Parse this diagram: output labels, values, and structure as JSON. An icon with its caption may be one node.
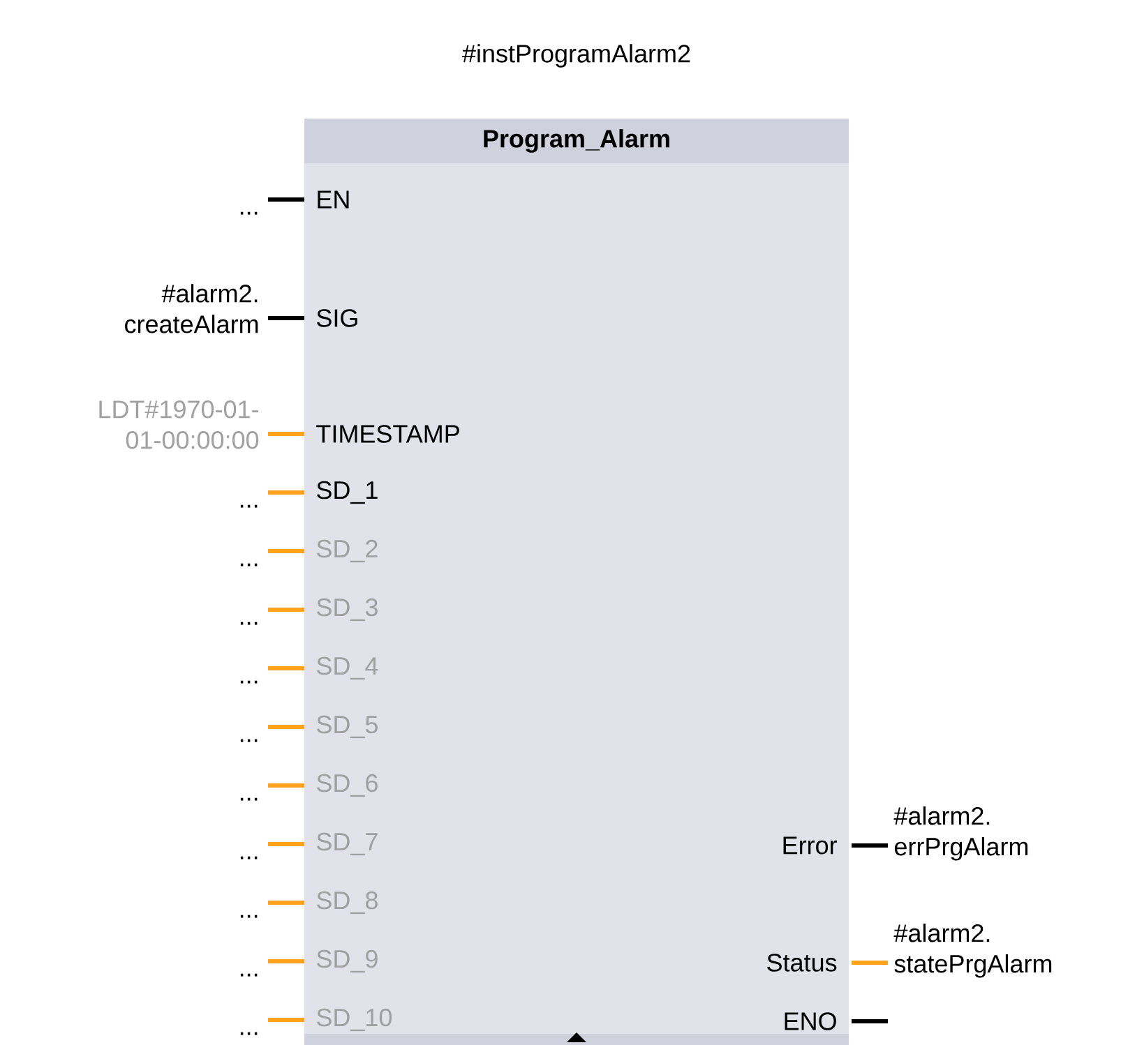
{
  "diagram": {
    "nodes": [
      {
        "text": [
          "Program_Alarm"
        ],
        "beside": [
          "#instProgramAlarm2"
        ]
      },
      {
        "text": [
          "EN"
        ],
        "in": 0
      },
      {
        "text": [
          "SIG"
        ],
        "in": 0
      },
      {
        "text": [
          "TIMESTAMP"
        ],
        "in": 0
      },
      {
        "text": [
          "SD_1"
        ],
        "in": 0
      },
      {
        "text": [
          "SD_2"
        ],
        "in": 0
      },
      {
        "text": [
          "SD_3"
        ],
        "in": 0
      },
      {
        "text": [
          "SD_4"
        ],
        "in": 0
      },
      {
        "text": [
          "SD_5"
        ],
        "in": 0
      },
      {
        "text": [
          "SD_6"
        ],
        "in": 0
      },
      {
        "text": [
          "SD_7"
        ],
        "in": 0
      },
      {
        "text": [
          "SD_8"
        ],
        "in": 0
      },
      {
        "text": [
          "SD_9"
        ],
        "in": 0
      },
      {
        "text": [
          "SD_10"
        ],
        "in": 0
      },
      {
        "text": [
          "Error"
        ],
        "in": 0
      },
      {
        "text": [
          "Status"
        ],
        "in": 0
      },
      {
        "text": [
          "ENO"
        ],
        "in": 0
      },
      {
        "text": [
          "..."
        ]
      },
      {
        "text": [
          "#alarm2. createAlarm"
        ]
      },
      {
        "text": [
          "LDT#1970-01-01-00:00:00"
        ]
      },
      {
        "text": [
          "..."
        ]
      },
      {
        "text": [
          "..."
        ]
      },
      {
        "text": [
          "..."
        ]
      },
      {
        "text": [
          "..."
        ]
      },
      {
        "text": [
          "..."
        ]
      },
      {
        "text": [
          "..."
        ]
      },
      {
        "text": [
          "..."
        ]
      },
      {
        "text": [
          "..."
        ]
      },
      {
        "text": [
          "..."
        ]
      },
      {
        "text": [
          "..."
        ]
      },
      {
        "text": [
          "#alarm2. errPrgAlarm"
        ]
      },
      {
        "text": [
          "#alarm2. statePrgAlarm"
        ]
      }
    ],
    "edges": [
      {
        "from": 17,
        "to": 1,
        "arrow": "none",
        "color": "#000000"
      },
      {
        "from": 18,
        "to": 2,
        "arrow": "none",
        "color": "#000000"
      },
      {
        "from": 19,
        "to": 3,
        "arrow": "none"
      },
      {
        "from": 20,
        "to": 4,
        "arrow": "none"
      },
      {
        "from": 21,
        "to": 5,
        "arrow": "none"
      },
      {
        "from": 22,
        "to": 6,
        "arrow": "none"
      },
      {
        "from": 23,
        "to": 7,
        "arrow": "none"
      },
      {
        "from": 24,
        "to": 8,
        "arrow": "none"
      },
      {
        "from": 25,
        "to": 9,
        "arrow": "none"
      },
      {
        "from": 26,
        "to": 10,
        "arrow": "none"
      },
      {
        "from": 27,
        "to": 11,
        "arrow": "none"
      },
      {
        "from": 28,
        "to": 12,
        "arrow": "none"
      },
      {
        "from": 29,
        "to": 13,
        "arrow": "none"
      },
      {
        "from": 14,
        "to": 30,
        "arrow": "none",
        "color": "#000000"
      },
      {
        "from": 15,
        "to": 31,
        "arrow": "none"
      },
      {
        "from": 16,
        "to": null,
        "arrow": "none",
        "color": "#000000"
      }
    ]
  }
}
